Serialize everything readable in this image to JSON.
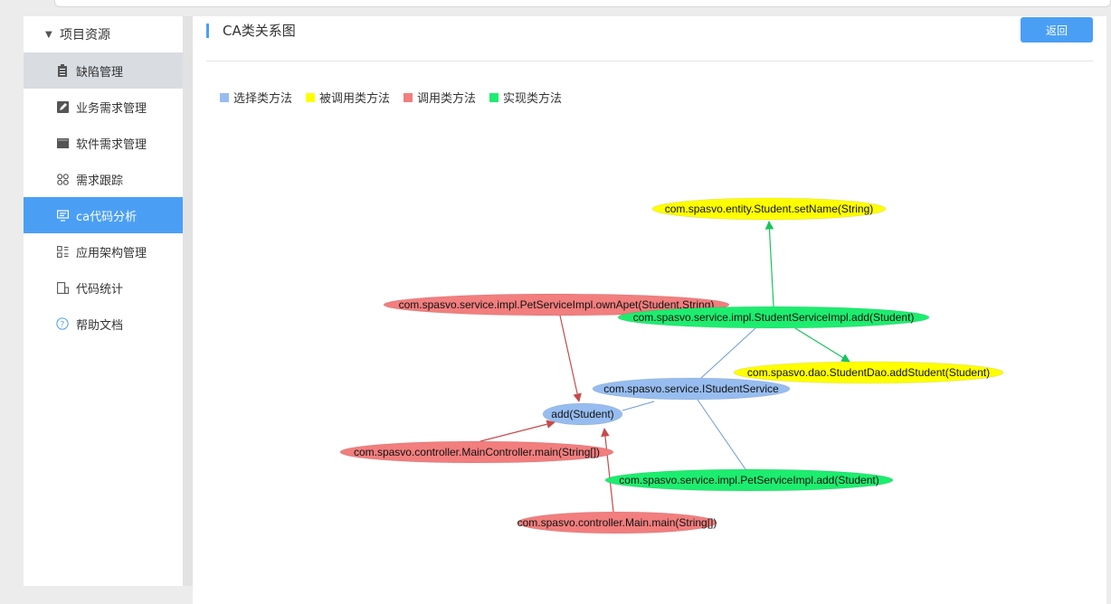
{
  "sidebar": {
    "section_label": "项目资源",
    "items": [
      {
        "label": "缺陷管理",
        "icon": "clipboard-icon"
      },
      {
        "label": "业务需求管理",
        "icon": "edit-icon"
      },
      {
        "label": "软件需求管理",
        "icon": "book-icon"
      },
      {
        "label": "需求跟踪",
        "icon": "grid-icon"
      },
      {
        "label": "ca代码分析",
        "icon": "monitor-icon"
      },
      {
        "label": "应用架构管理",
        "icon": "apps-icon"
      },
      {
        "label": "代码统计",
        "icon": "document-icon"
      },
      {
        "label": "帮助文档",
        "icon": "help-icon"
      }
    ]
  },
  "main": {
    "title": "CA类关系图",
    "back_label": "返回"
  },
  "legend": [
    {
      "label": "选择类方法",
      "color": "#97bdf0"
    },
    {
      "label": "被调用类方法",
      "color": "#ffff00"
    },
    {
      "label": "调用类方法",
      "color": "#f27e7e"
    },
    {
      "label": "实现类方法",
      "color": "#1ded6f"
    }
  ],
  "graph": {
    "nodes": [
      {
        "id": "setName",
        "label": "com.spasvo.entity.Student.setName(String)",
        "kind": "called"
      },
      {
        "id": "ownApet",
        "label": "com.spasvo.service.impl.PetServiceImpl.ownApet(Student,String)",
        "kind": "caller"
      },
      {
        "id": "ssiAdd",
        "label": "com.spasvo.service.impl.StudentServiceImpl.add(Student)",
        "kind": "impl"
      },
      {
        "id": "daoAdd",
        "label": "com.spasvo.dao.StudentDao.addStudent(Student)",
        "kind": "called"
      },
      {
        "id": "iss",
        "label": "com.spasvo.service.IStudentService",
        "kind": "selected"
      },
      {
        "id": "add",
        "label": "add(Student)",
        "kind": "selected"
      },
      {
        "id": "mcMain",
        "label": "com.spasvo.controller.MainController.main(String[])",
        "kind": "caller"
      },
      {
        "id": "psiAdd",
        "label": "com.spasvo.service.impl.PetServiceImpl.add(Student)",
        "kind": "impl"
      },
      {
        "id": "mainMain",
        "label": "com.spasvo.controller.Main.main(String[])",
        "kind": "caller"
      }
    ],
    "edges": [
      {
        "from": "ssiAdd",
        "to": "setName",
        "kind": "impl",
        "arrow": true
      },
      {
        "from": "ssiAdd",
        "to": "daoAdd",
        "kind": "impl",
        "arrow": true
      },
      {
        "from": "ownApet",
        "to": "add",
        "kind": "caller",
        "arrow": true
      },
      {
        "from": "mcMain",
        "to": "add",
        "kind": "caller",
        "arrow": true
      },
      {
        "from": "mainMain",
        "to": "add",
        "kind": "caller",
        "arrow": true
      },
      {
        "from": "add",
        "to": "iss",
        "kind": "selected",
        "arrow": false
      },
      {
        "from": "iss",
        "to": "ssiAdd",
        "kind": "selected",
        "arrow": false
      },
      {
        "from": "iss",
        "to": "psiAdd",
        "kind": "selected",
        "arrow": false
      }
    ]
  }
}
